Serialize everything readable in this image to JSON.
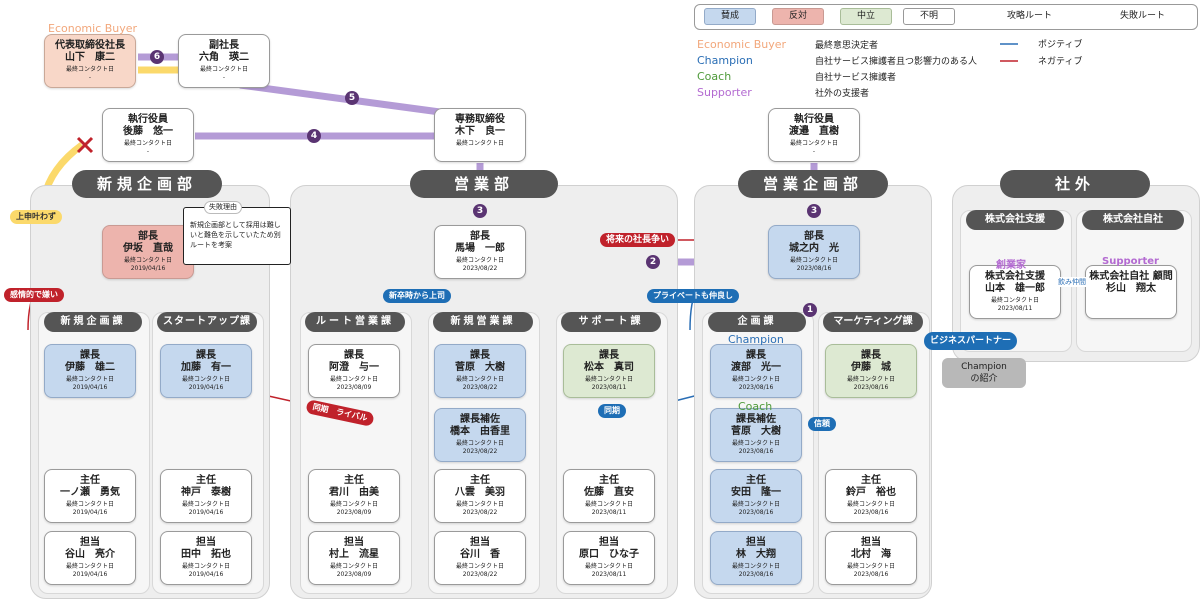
{
  "legend": {
    "favor": "賛成",
    "against": "反対",
    "neutral": "中立",
    "unknown": "不明",
    "attack_route": "攻略ルート",
    "failed_route": "失敗ルート",
    "roles": [
      {
        "name": "Economic Buyer",
        "desc": "最終意思決定者",
        "color": "#f2a77b"
      },
      {
        "name": "Champion",
        "desc": "自社サービス擁護者且つ影響力のある人",
        "color": "#2a6eb5"
      },
      {
        "name": "Coach",
        "desc": "自社サービス擁護者",
        "color": "#4e9a3a"
      },
      {
        "name": "Supporter",
        "desc": "社外の支援者",
        "color": "#b36ad1"
      }
    ],
    "positive": "ポジティブ",
    "negative": "ネガティブ"
  },
  "contact_label": "最終コンタクト日",
  "departments": {
    "shinki": "新規企画部",
    "eigyo": "営業部",
    "eigyo_kikaku": "営業企画部",
    "shagai": "社外"
  },
  "sections": {
    "shinki_ka": "新規企画課",
    "startup_ka": "スタートアップ課",
    "route_ka": "ルート営業課",
    "shinki_eigyo_ka": "新規営業課",
    "support_ka": "サポート課",
    "kikaku_ka": "企画課",
    "marketing_ka": "マーケティング課",
    "support_company": "株式会社支援",
    "own_company": "株式会社自社"
  },
  "people": {
    "ceo": {
      "title": "代表取締役社長",
      "name": "山下　康二",
      "date": "-",
      "role": "Economic Buyer"
    },
    "vp": {
      "title": "副社長",
      "name": "六角　瑛二",
      "date": "-"
    },
    "exec_goto": {
      "title": "執行役員",
      "name": "後藤　悠一",
      "date": "-"
    },
    "director_kinoshita": {
      "title": "専務取締役",
      "name": "木下　良一",
      "date": ""
    },
    "exec_watanabe": {
      "title": "執行役員",
      "name": "渡邉　直樹",
      "date": "-"
    },
    "bucho_isaka": {
      "title": "部長",
      "name": "伊坂　直哉",
      "date": "2019/04/16"
    },
    "bucho_mabashi": {
      "title": "部長",
      "name": "馬場　一郎",
      "date": "2023/08/22"
    },
    "bucho_jonouchi": {
      "title": "部長",
      "name": "城之内　光",
      "date": "2023/08/16"
    },
    "kacho_ito": {
      "title": "課長",
      "name": "伊藤　雄二",
      "date": "2019/04/16"
    },
    "kacho_kato": {
      "title": "課長",
      "name": "加藤　有一",
      "date": "2019/04/16"
    },
    "kacho_azumi": {
      "title": "課長",
      "name": "阿澄　与一",
      "date": "2023/08/09"
    },
    "kacho_sugahara": {
      "title": "課長",
      "name": "菅原　大樹",
      "date": "2023/08/22"
    },
    "kacho_matsumoto": {
      "title": "課長",
      "name": "松本　真司",
      "date": "2023/08/11"
    },
    "kacho_watanabe": {
      "title": "課長",
      "name": "渡部　光一",
      "date": "2023/08/16",
      "role": "Champion"
    },
    "kacho_ito2": {
      "title": "課長",
      "name": "伊藤　城",
      "date": "2023/08/16"
    },
    "hosa_hashimoto": {
      "title": "課長補佐",
      "name": "橋本　由香里",
      "date": "2023/08/22"
    },
    "hosa_sugawara": {
      "title": "課長補佐",
      "name": "菅原　大樹",
      "date": "2023/08/16",
      "role": "Coach"
    },
    "shunin_ichinose": {
      "title": "主任",
      "name": "一ノ瀬　勇気",
      "date": "2019/04/16"
    },
    "shunin_kanbe": {
      "title": "主任",
      "name": "神戸　泰樹",
      "date": "2019/04/16"
    },
    "shunin_kimikawa": {
      "title": "主任",
      "name": "君川　由美",
      "date": "2023/08/09"
    },
    "shunin_yakumo": {
      "title": "主任",
      "name": "八雲　美羽",
      "date": "2023/08/22"
    },
    "shunin_sato": {
      "title": "主任",
      "name": "佐藤　直安",
      "date": "2023/08/11"
    },
    "shunin_yasuda": {
      "title": "主任",
      "name": "安田　隆一",
      "date": "2023/08/16"
    },
    "shunin_kamado": {
      "title": "主任",
      "name": "鈴戸　裕也",
      "date": "2023/08/16"
    },
    "tanto_taniyama": {
      "title": "担当",
      "name": "谷山　亮介",
      "date": "2019/04/16"
    },
    "tanto_tanaka": {
      "title": "担当",
      "name": "田中　拓也",
      "date": "2019/04/16"
    },
    "tanto_murakami": {
      "title": "担当",
      "name": "村上　流星",
      "date": "2023/08/09"
    },
    "tanto_tanigawa": {
      "title": "担当",
      "name": "谷川　香",
      "date": "2023/08/22"
    },
    "tanto_harahara": {
      "title": "担当",
      "name": "原口　ひな子",
      "date": "2023/08/11"
    },
    "tanto_hayashi": {
      "title": "担当",
      "name": "林　大翔",
      "date": "2023/08/16"
    },
    "tanto_kitamura": {
      "title": "担当",
      "name": "北村　海",
      "date": "2023/08/16"
    },
    "ext_yamamoto": {
      "title": "株式会社支援",
      "name": "山本　雄一郎",
      "date": "2023/08/11",
      "role": "創業家"
    },
    "ext_sugiyama": {
      "title": "株式会社自社 顧問",
      "name": "杉山　翔太",
      "date": "",
      "role": "Supporter"
    }
  },
  "annotations": {
    "fail_reason_title": "失敗理由",
    "fail_reason_text": "新規企画部として採用は難しいと難色を示していたため別ルートを考案",
    "rejected": "上申叶わず",
    "dislike": "感情的で嫌い",
    "rival_future": "将来の社長争い",
    "new_hire": "新卒時から上司",
    "private": "プライベートも仲良し",
    "same_year": "同期",
    "rival": "同期　ライバル",
    "trust": "信頼",
    "drinking": "飲み仲間",
    "business_partner": "ビジネスパートナー",
    "champion_intro": "Champion\nの紹介",
    "route_steps": [
      "1",
      "2",
      "3",
      "3",
      "4",
      "5",
      "6"
    ]
  }
}
